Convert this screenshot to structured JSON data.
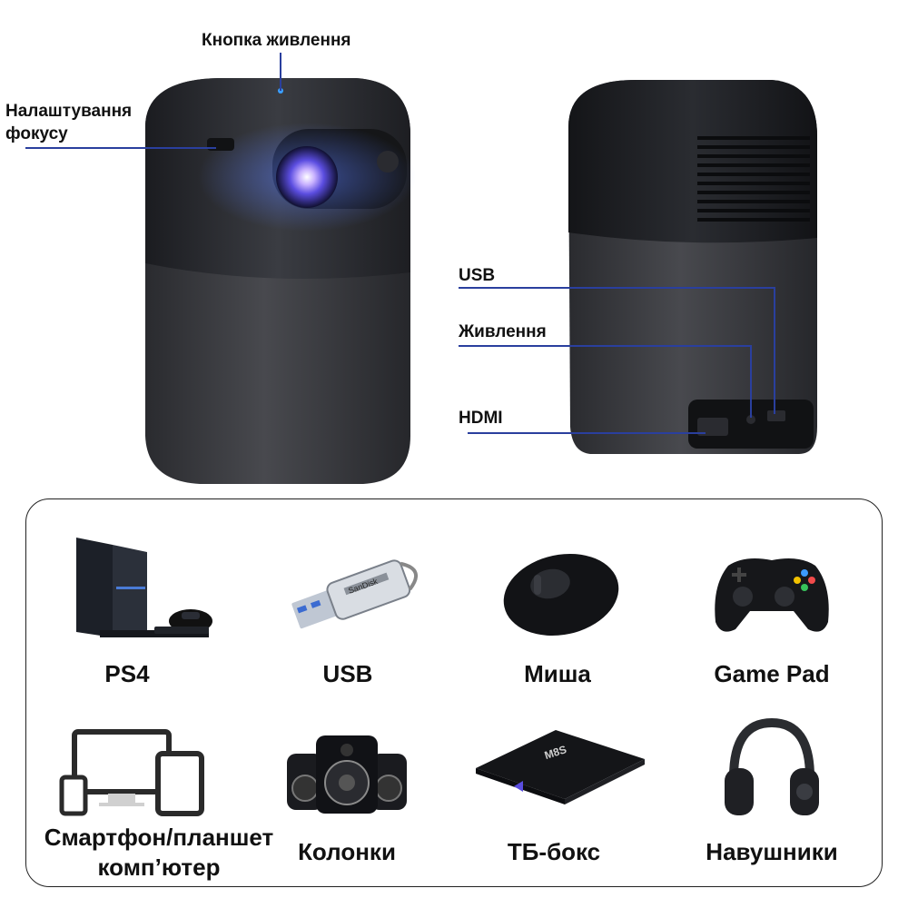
{
  "callouts": {
    "power_button": "Кнопка живлення",
    "focus_line1": "Налаштування",
    "focus_line2": "фокусу",
    "usb": "USB",
    "power": "Живлення",
    "hdmi": "HDMI"
  },
  "devices": [
    {
      "label": "PS4",
      "icon": "ps4-console-icon"
    },
    {
      "label": "USB",
      "icon": "usb-flash-drive-icon"
    },
    {
      "label": "Миша",
      "icon": "mouse-icon"
    },
    {
      "label": "Game Pad",
      "icon": "gamepad-icon"
    },
    {
      "label_line1": "Смартфон/планшет",
      "label_line2": "комп’ютер",
      "icon": "devices-icon"
    },
    {
      "label": "Колонки",
      "icon": "speakers-icon"
    },
    {
      "label": "ТБ-бокс",
      "icon": "tv-box-icon"
    },
    {
      "label": "Навушники",
      "icon": "headphones-icon"
    }
  ],
  "tvbox_brand": "M8S",
  "usb_brand": "SanDisk",
  "colors": {
    "accent_line": "#2a3f9e",
    "projector_body": "#2b2d31",
    "fabric": "#3a3b3f"
  }
}
